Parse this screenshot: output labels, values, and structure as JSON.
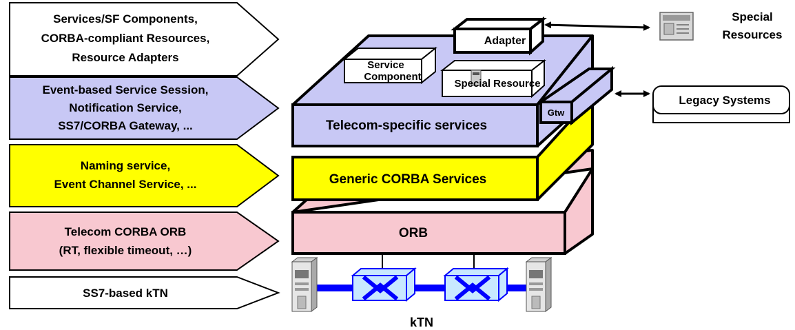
{
  "left_labels": [
    {
      "lines": [
        "Services/SF Components,",
        "CORBA-compliant Resources,",
        "Resource Adapters"
      ],
      "color": "#ffffff"
    },
    {
      "lines": [
        "Event-based Service Session,",
        "Notification Service,",
        "SS7/CORBA Gateway, ..."
      ],
      "color": "#c8c8f5"
    },
    {
      "lines": [
        "Naming service,",
        "Event Channel Service, ..."
      ],
      "color": "#ffff00"
    },
    {
      "lines": [
        "Telecom CORBA ORB",
        "(RT, flexible timeout, …)"
      ],
      "color": "#f8c8d0"
    },
    {
      "lines": [
        "SS7-based kTN"
      ],
      "color": "#ffffff"
    }
  ],
  "layers": {
    "telecom": {
      "label": "Telecom-specific services",
      "color": "#c8c8f5"
    },
    "generic": {
      "label": "Generic CORBA Services",
      "color": "#ffff00"
    },
    "orb": {
      "label": "ORB",
      "color": "#f8c8d0"
    }
  },
  "top_boxes": {
    "service_component": [
      "Service",
      "Component"
    ],
    "special_resource": "Special Resource",
    "adapter": "Adapter",
    "gateway": "Gtw"
  },
  "external": {
    "special_resources": [
      "Special",
      "Resources"
    ],
    "legacy_systems": "Legacy Systems"
  },
  "network_label": "kTN",
  "colors": {
    "network": "#0000ff",
    "outline": "#000000"
  }
}
